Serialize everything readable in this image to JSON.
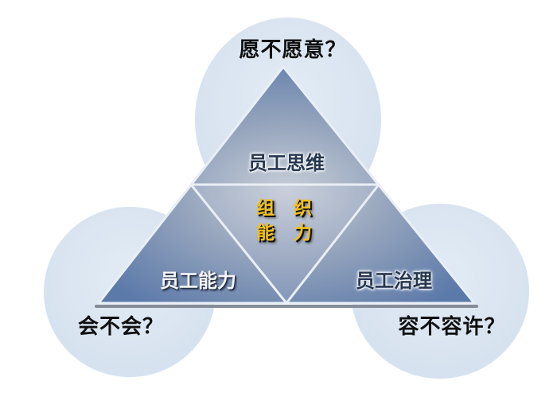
{
  "diagram": {
    "title_semantic": "organizational-capability-pyramid",
    "questions": {
      "top": "愿不愿意？",
      "bottom_left": "会不会？",
      "bottom_right": "容不容许？"
    },
    "pyramid": {
      "top_section": "员工思维",
      "left_section": "员工能力",
      "right_section": "员工治理",
      "center_line1": "组 织",
      "center_line2": "能 力"
    }
  },
  "colors": {
    "background": "#ffffff",
    "circle_center": "#e3ecf5",
    "circle_edge": "#d4e0ee",
    "triangle_center": "#c6cdd8",
    "triangle_mid": "#96a5bd",
    "triangle_edge": "#5b79a9",
    "divider_line": "#e9eff6",
    "base_shadow": "#868d99",
    "center_text": "#f2c11e",
    "question_text": "#0f0f0f",
    "dark_label": "#26374f",
    "light_label": "#f3f5f8"
  }
}
